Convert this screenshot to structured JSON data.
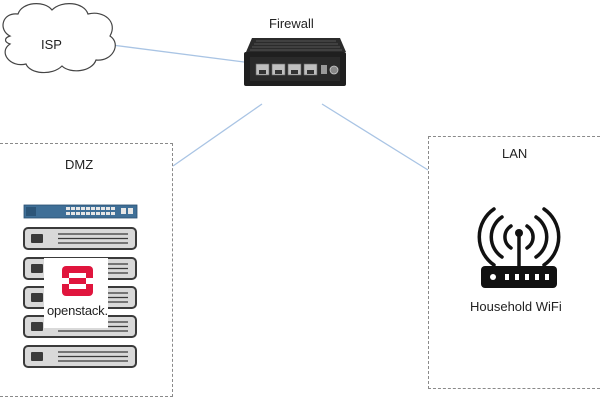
{
  "nodes": {
    "isp": {
      "label": "ISP"
    },
    "firewall": {
      "label": "Firewall"
    },
    "dmz": {
      "label": "DMZ"
    },
    "lan": {
      "label": "LAN"
    },
    "wifi": {
      "label": "Household WiFi"
    },
    "openstack": {
      "label": "openstack."
    }
  },
  "edges": [
    {
      "from": "isp",
      "to": "firewall"
    },
    {
      "from": "firewall",
      "to": "dmz"
    },
    {
      "from": "firewall",
      "to": "lan"
    }
  ],
  "colors": {
    "link": "#a9c4e4",
    "zone_border": "#8a8a8a",
    "openstack_red": "#e0153d",
    "server_fill": "#d9d9d9",
    "server_dark": "#3a3a3a",
    "switch_blue": "#3f6f97"
  }
}
